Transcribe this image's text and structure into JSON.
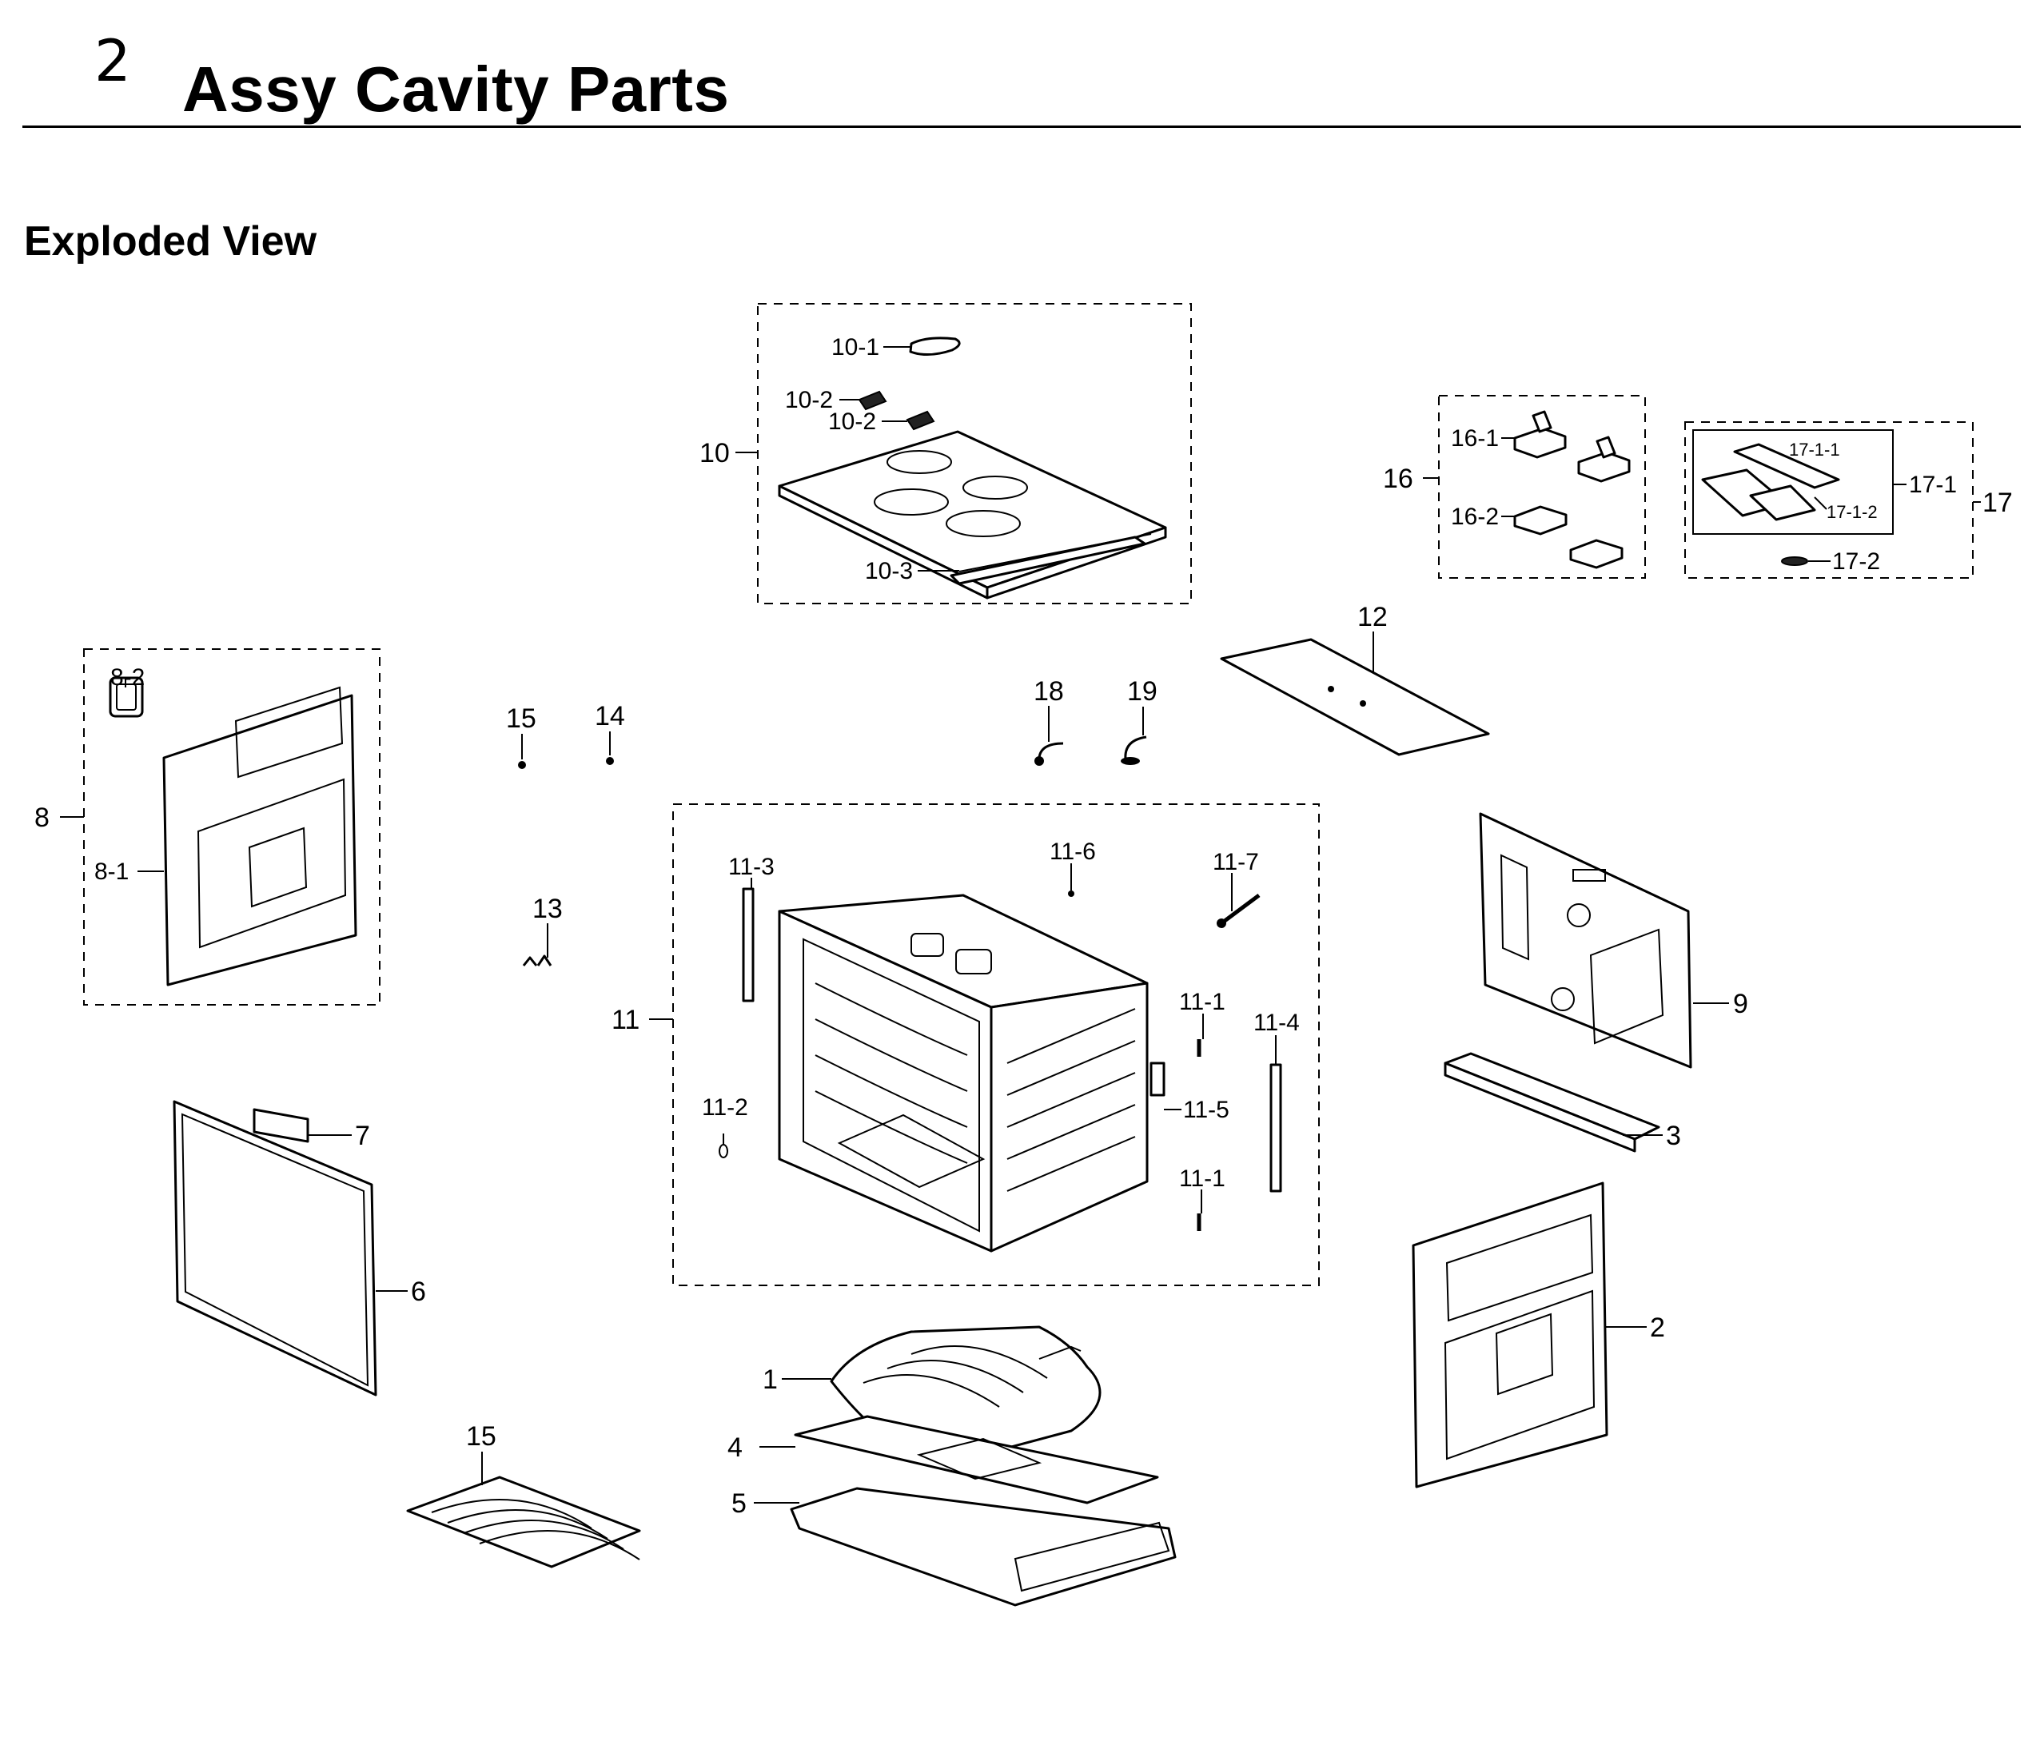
{
  "header": {
    "section_number": "2",
    "title": "Assy Cavity Parts",
    "subtitle": "Exploded View"
  },
  "callouts": {
    "c1": "1",
    "c2": "2",
    "c3": "3",
    "c4": "4",
    "c5": "5",
    "c6": "6",
    "c7": "7",
    "c8": "8",
    "c8_1": "8-1",
    "c8_2": "8-2",
    "c9": "9",
    "c10": "10",
    "c10_1": "10-1",
    "c10_2a": "10-2",
    "c10_2b": "10-2",
    "c10_3": "10-3",
    "c11": "11",
    "c11_1a": "11-1",
    "c11_1b": "11-1",
    "c11_2": "11-2",
    "c11_3": "11-3",
    "c11_4": "11-4",
    "c11_5": "11-5",
    "c11_6": "11-6",
    "c11_7": "11-7",
    "c12": "12",
    "c13": "13",
    "c14": "14",
    "c15a": "15",
    "c15b": "15",
    "c16": "16",
    "c16_1": "16-1",
    "c16_2": "16-2",
    "c17": "17",
    "c17_1": "17-1",
    "c17_1_1": "17-1-1",
    "c17_1_2": "17-1-2",
    "c17_2": "17-2",
    "c18": "18",
    "c19": "19"
  }
}
